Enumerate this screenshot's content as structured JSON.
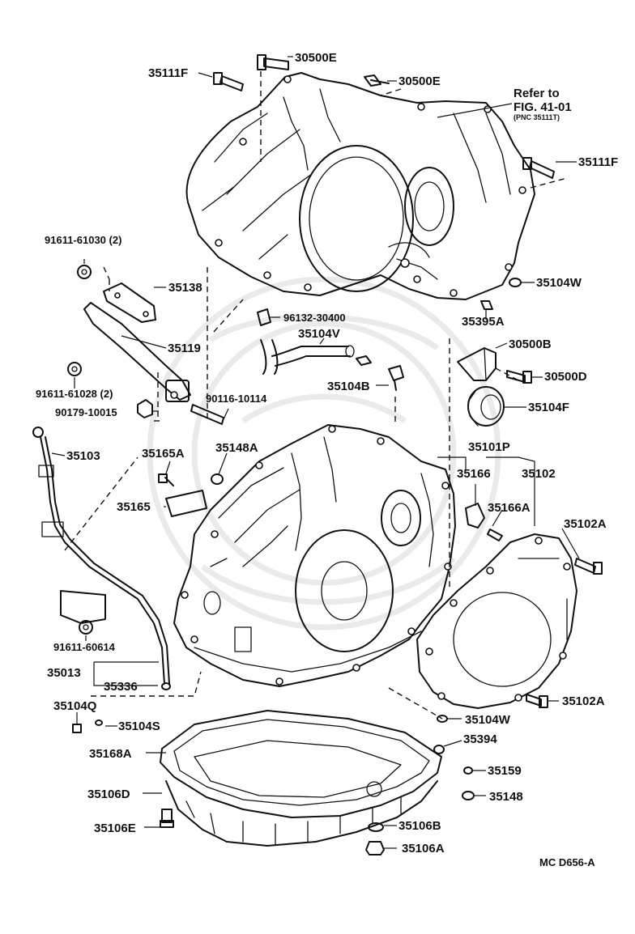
{
  "diagram": {
    "reference_note": {
      "line1": "Refer to",
      "line2": "FIG. 41-01",
      "line3": "(PNC 35111T)"
    },
    "figure_code": "MC  D656-A",
    "labels": {
      "p30500E_top": "30500E",
      "p30500E_side": "30500E",
      "p35111F_left": "35111F",
      "p35111F_right": "35111F",
      "p91611_61030": "91611-61030 (2)",
      "p35138": "35138",
      "p35119": "35119",
      "p91611_61028": "91611-61028 (2)",
      "p90179_10015": "90179-10015",
      "p90116_10114": "90116-10114",
      "p96132_30400": "96132-30400",
      "p35104V": "35104V",
      "p35104B": "35104B",
      "p35104W_top": "35104W",
      "p35395A": "35395A",
      "p30500B": "30500B",
      "p30500D": "30500D",
      "p35104F": "35104F",
      "p35101P": "35101P",
      "p35166": "35166",
      "p35102": "35102",
      "p35103": "35103",
      "p35165A": "35165A",
      "p35148A": "35148A",
      "p35165": "35165",
      "p35166A": "35166A",
      "p35102A_top": "35102A",
      "p91611_60614": "91611-60614",
      "p35013": "35013",
      "p35336": "35336",
      "p35104Q": "35104Q",
      "p35104S": "35104S",
      "p35102A_bottom": "35102A",
      "p35104W_bottom": "35104W",
      "p35394": "35394",
      "p35168A": "35168A",
      "p35159": "35159",
      "p35106D": "35106D",
      "p35148": "35148",
      "p35106E": "35106E",
      "p35106B": "35106B",
      "p35106A": "35106A"
    }
  }
}
